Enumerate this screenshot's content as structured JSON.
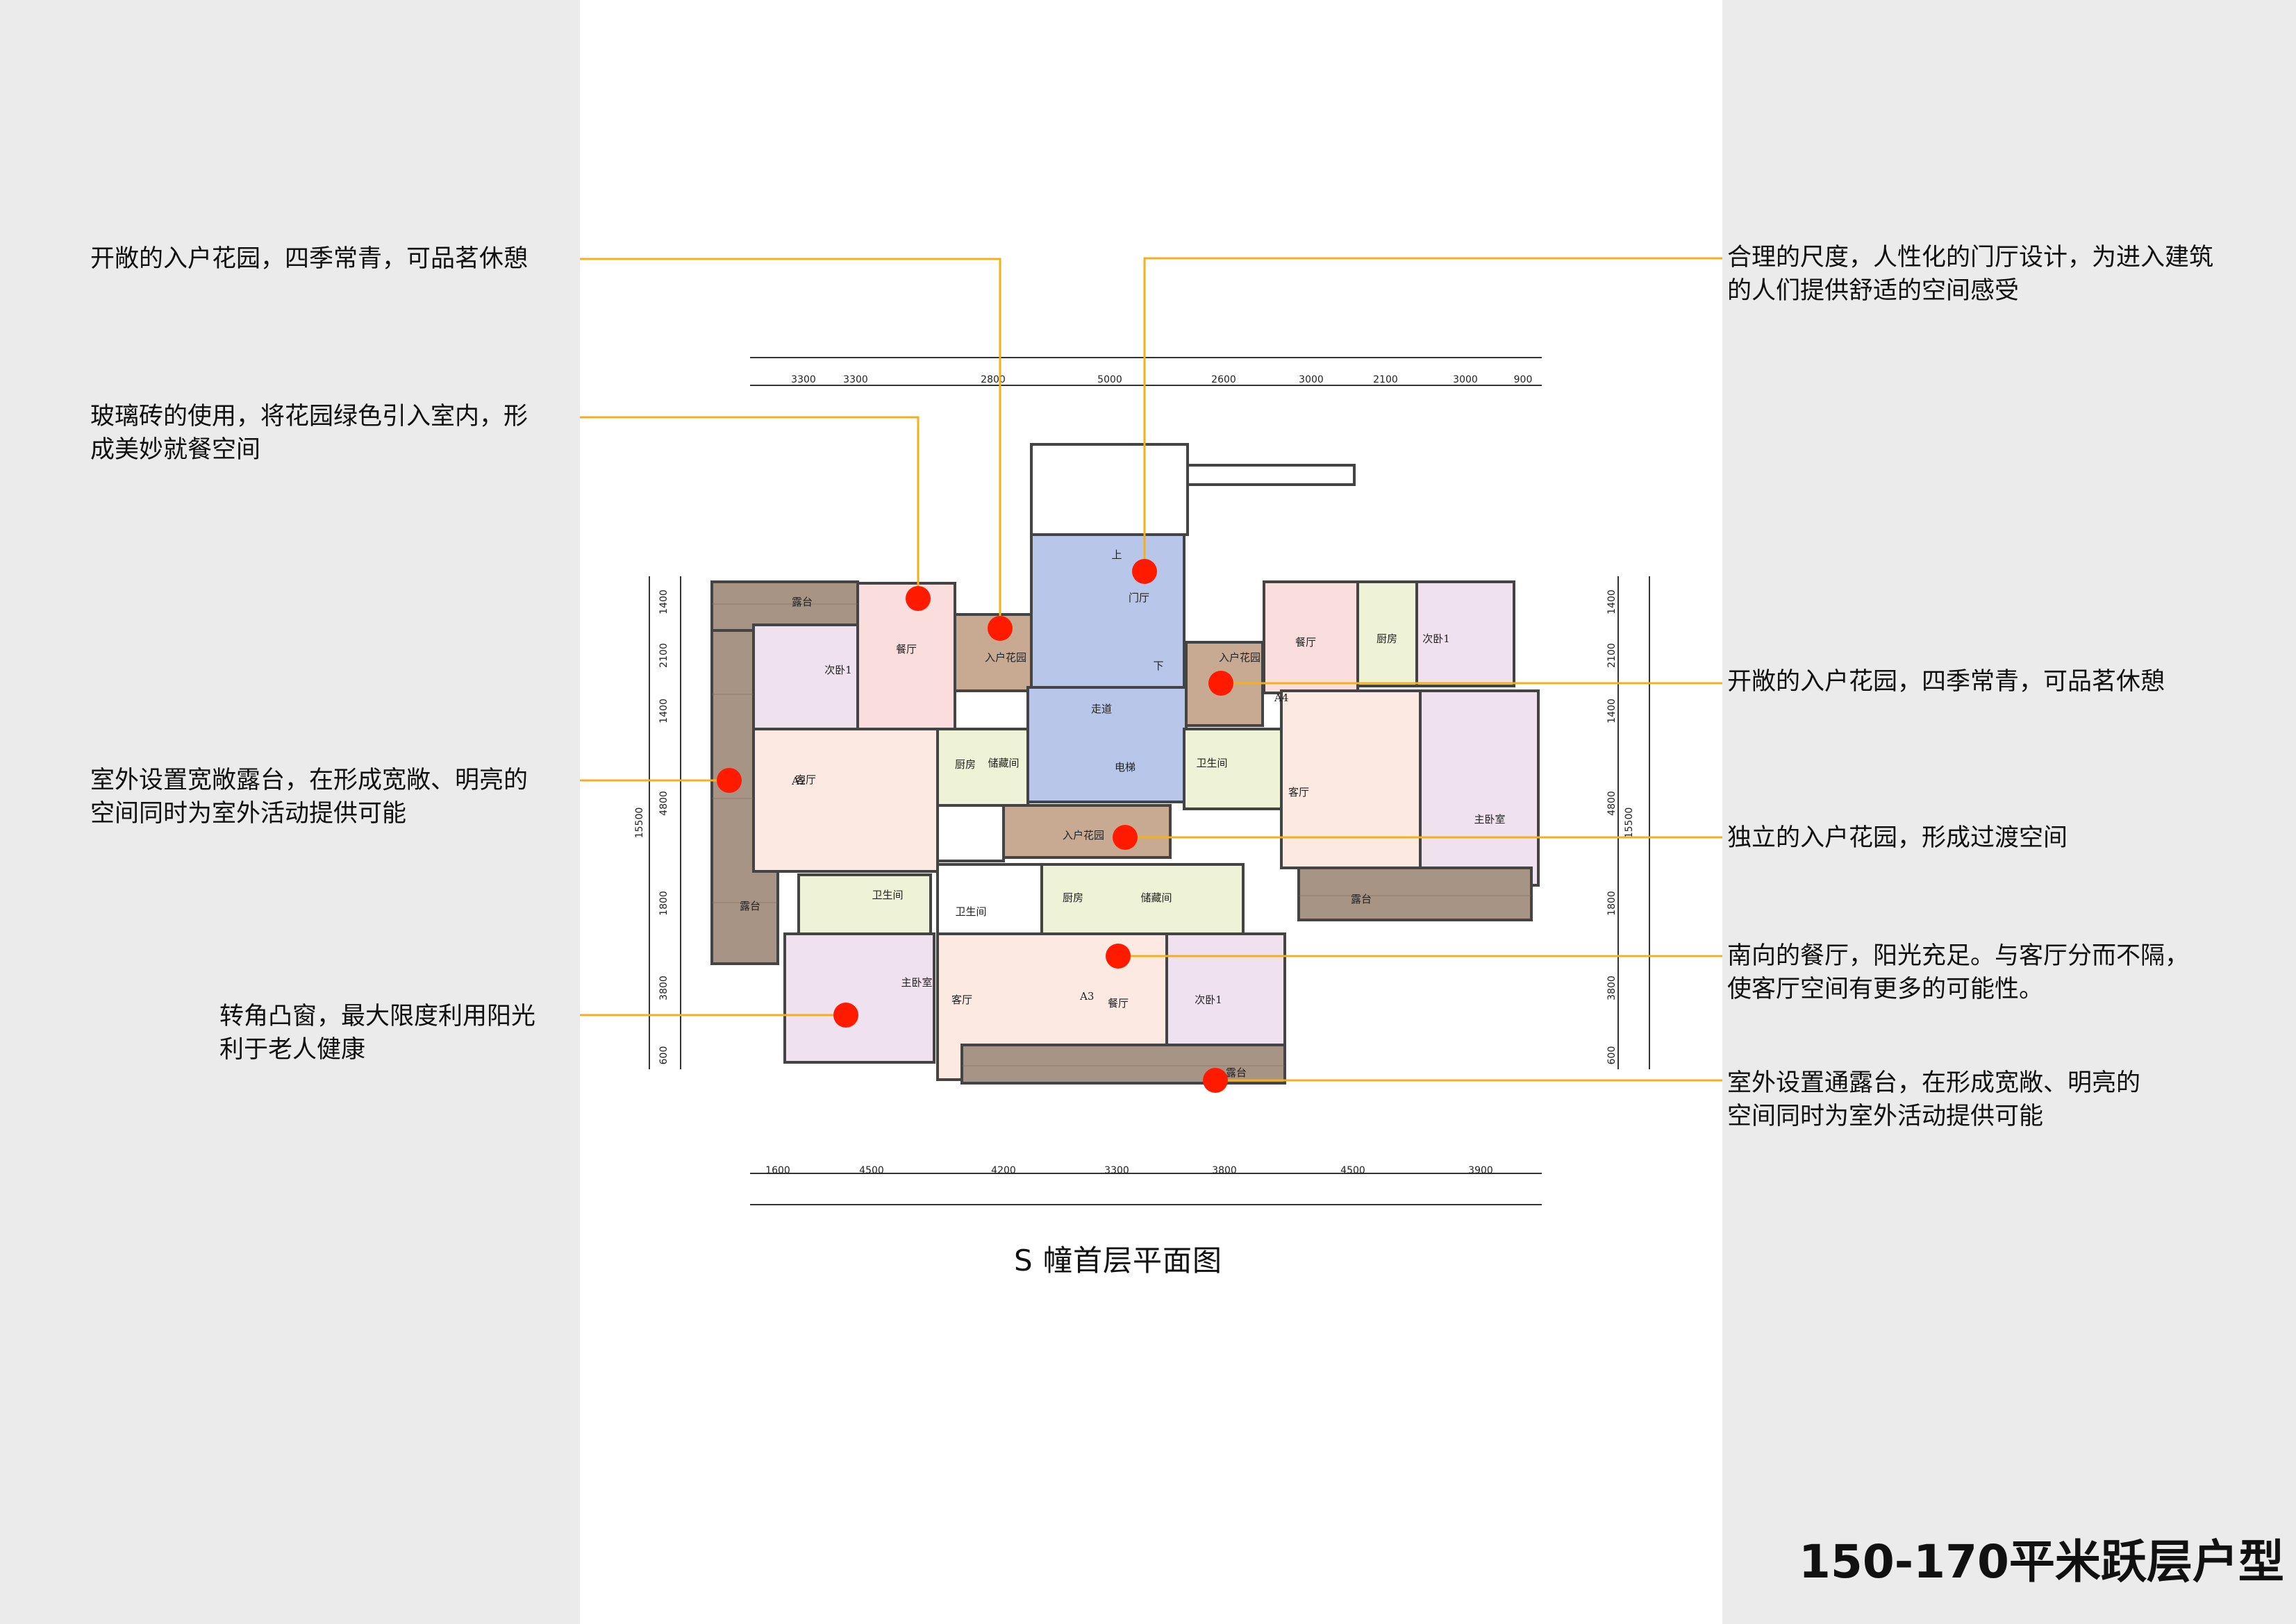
{
  "title": "150-170平米跃层户型",
  "caption": "S 幢首层平面图",
  "annotations_left": [
    {
      "id": "l1",
      "text": "开敞的入户花园，四季常青，可品茗休憩"
    },
    {
      "id": "l2",
      "text": "玻璃砖的使用，将花园绿色引入室内，形\n成美妙就餐空间"
    },
    {
      "id": "l3",
      "text": "室外设置宽敞露台，在形成宽敞、明亮的\n空间同时为室外活动提供可能"
    },
    {
      "id": "l4",
      "text": "转角凸窗，最大限度利用阳光\n利于老人健康"
    }
  ],
  "annotations_right": [
    {
      "id": "r1",
      "text": "合理的尺度，人性化的门厅设计，为进入建筑\n的人们提供舒适的空间感受"
    },
    {
      "id": "r2",
      "text": "开敞的入户花园，四季常青，可品茗休憩"
    },
    {
      "id": "r3",
      "text": "独立的入户花园，形成过渡空间"
    },
    {
      "id": "r4",
      "text": "南向的餐厅，阳光充足。与客厅分而不隔，\n使客厅空间有更多的可能性。"
    },
    {
      "id": "r5",
      "text": "室外设置通露台，在形成宽敞、明亮的\n空间同时为室外活动提供可能"
    }
  ],
  "dims_top": [
    "3300",
    "3300",
    "2800",
    "5000",
    "2600",
    "3000",
    "2100",
    "3000",
    "900"
  ],
  "dims_bottom": [
    "1600",
    "4500",
    "4200",
    "3300",
    "3800",
    "4500",
    "3900"
  ],
  "dims_left": [
    "1400",
    "2100",
    "1400",
    "4800",
    "1800",
    "3800",
    "600"
  ],
  "dims_right": [
    "1400",
    "2100",
    "1400",
    "4800",
    "1800",
    "3800",
    "600"
  ],
  "dims_total": "15500",
  "unit_labels": {
    "a2": "A2",
    "a3": "A3",
    "a4": "A4"
  },
  "room_labels": {
    "terrace": "露台",
    "bedroom": "次卧1",
    "dining": "餐厅",
    "garden": "入户花园",
    "hall": "门厅",
    "living": "客厅",
    "kitchen": "厨房",
    "bath": "卫生间",
    "master": "主卧室",
    "corridor": "走道",
    "storage": "储藏间",
    "up": "上",
    "down": "下",
    "elev": "电梯"
  },
  "colors": {
    "line": "#f2b01e",
    "dot": "#ff1a00",
    "terrace": "#a89484",
    "garden": "#c8aa92",
    "hall": "#b8c6ea",
    "dining": "#f9dedd",
    "living": "#fbe9e2",
    "bedroom": "#efe1ee",
    "kitchen": "#eef3d8"
  }
}
